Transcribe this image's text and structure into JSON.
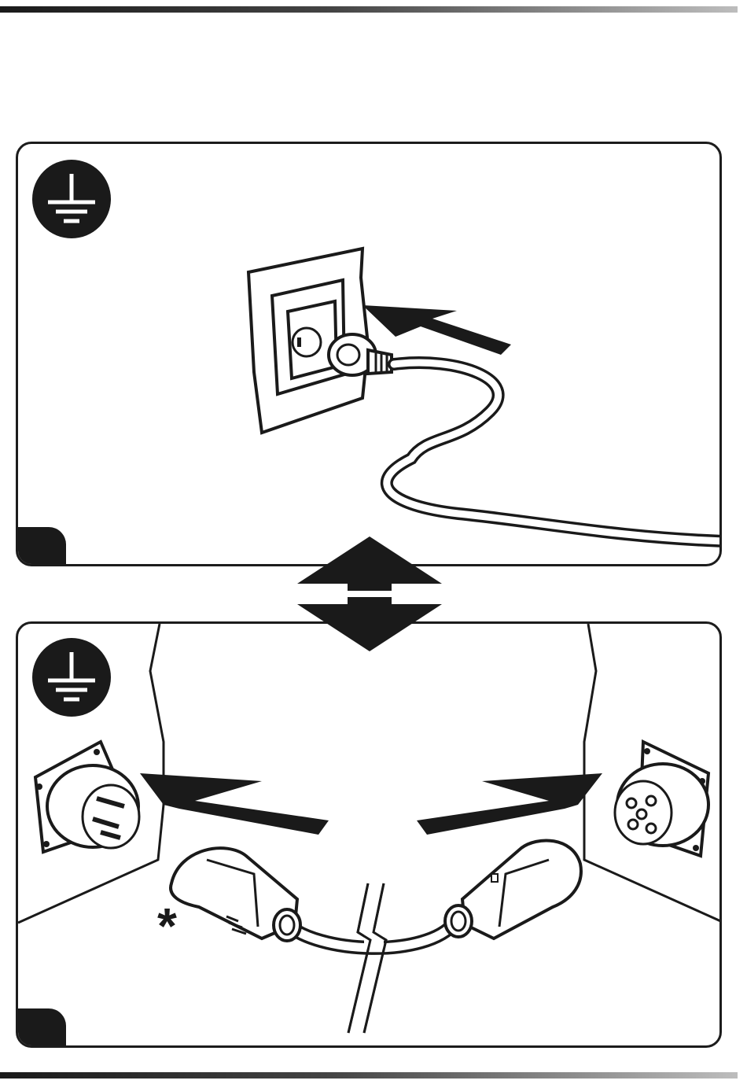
{
  "header": {
    "rule": "top-divider"
  },
  "panels": [
    {
      "id": "panel-1",
      "badge_icon": "protective-earth-ground-icon",
      "illustration": "plug-into-wall-socket",
      "arrow": "insert-direction-arrow"
    },
    {
      "id": "panel-2",
      "badge_icon": "protective-earth-ground-icon",
      "illustration": "industrial-cee-connector-extension-cable",
      "arrows": [
        "insert-left-arrow",
        "insert-right-arrow"
      ],
      "marker": "*"
    }
  ],
  "between_panels_icon": "bidirectional-swap-arrows-icon",
  "footer": {
    "rule": "bottom-divider"
  },
  "colors": {
    "ink": "#1a1a1a",
    "paper": "#ffffff"
  }
}
